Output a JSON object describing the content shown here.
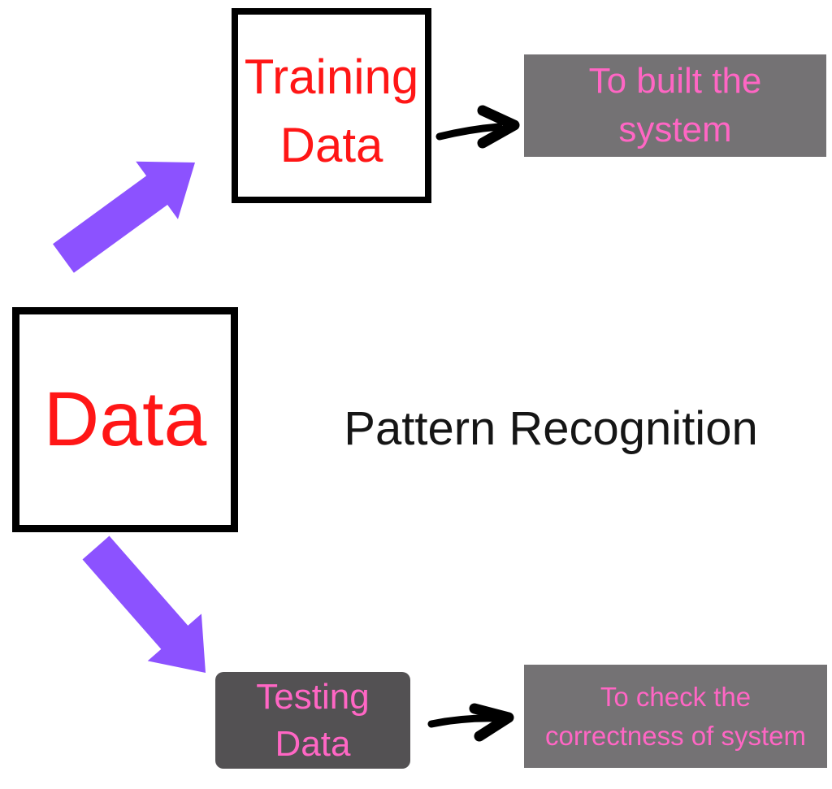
{
  "diagram": {
    "title": "Pattern Recognition",
    "nodes": {
      "data": {
        "label": "Data"
      },
      "training": {
        "line1": "Training",
        "line2": "Data"
      },
      "testing": {
        "line1": "Testing",
        "line2": "Data"
      },
      "build_note": {
        "line1": "To built the",
        "line2": "system"
      },
      "check_note": {
        "line1": "To check the",
        "line2": "correctness of system"
      }
    },
    "colors": {
      "red_text": "#FF1616",
      "pink_text": "#FF66C4",
      "purple_arrow": "#8C52FF",
      "gray_note": "#747274",
      "dark_gray_box": "#535153",
      "black": "#000000"
    }
  }
}
